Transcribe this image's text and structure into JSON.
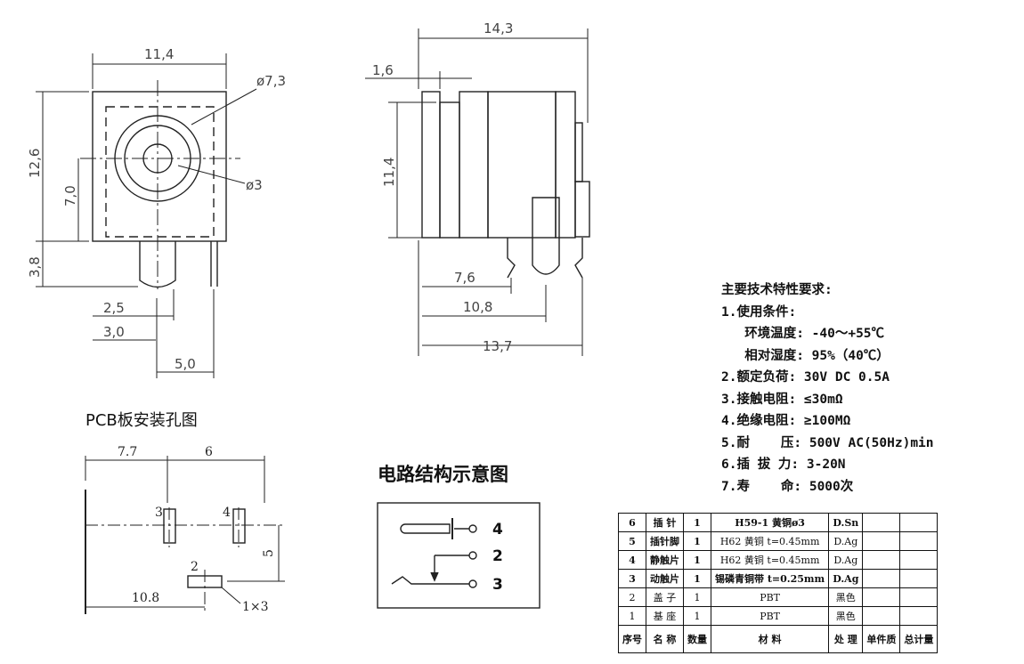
{
  "dims": {
    "front_width": "11,4",
    "front_height": "12,6",
    "front_center": "7,0",
    "front_pin_len": "3,8",
    "outer_dia": "ø7,3",
    "inner_dia": "ø3",
    "pin_2_5": "2,5",
    "pin_3_0": "3,0",
    "pin_5_0": "5,0",
    "side_length": "14,3",
    "side_flange": "1,6",
    "side_height": "11,4",
    "side_7_6": "7,6",
    "side_10_8": "10,8",
    "side_13_7": "13,7"
  },
  "pcb": {
    "title": "PCB板安装孔图",
    "d1": "7.7",
    "d2": "6",
    "d3": "5",
    "d4": "10.8",
    "d5": "1×3",
    "p3": "3",
    "p4": "4",
    "p2": "2"
  },
  "circuit": {
    "title": "电路结构示意图",
    "pins": [
      "4",
      "2",
      "3"
    ]
  },
  "spec": {
    "title": "主要技术特性要求:",
    "lines": [
      "1.使用条件:",
      "   环境温度: -40～+55℃",
      "   相对湿度: 95%（40℃）",
      "2.额定负荷: 30V DC 0.5A",
      "3.接触电阻: ≤30mΩ",
      "4.绝缘电阻: ≥100MΩ",
      "5.耐    压: 500V AC(50Hz)min",
      "6.插 拔 力: 3-20N",
      "7.寿    命: 5000次"
    ]
  },
  "bom": {
    "rows": [
      [
        "6",
        "插  针",
        "1",
        "H59-1 黄铜ø3",
        "D.Sn",
        "",
        ""
      ],
      [
        "5",
        "插针脚",
        "1",
        "H62 黄铜 t=0.45mm",
        "D.Ag",
        "",
        ""
      ],
      [
        "4",
        "静触片",
        "1",
        "H62 黄铜 t=0.45mm",
        "D.Ag",
        "",
        ""
      ],
      [
        "3",
        "动触片",
        "1",
        "锡磷青铜带 t=0.25mm",
        "D.Ag",
        "",
        ""
      ],
      [
        "2",
        "盖  子",
        "1",
        "PBT",
        "黑色",
        "",
        ""
      ],
      [
        "1",
        "基  座",
        "1",
        "PBT",
        "黑色",
        "",
        ""
      ]
    ],
    "header": [
      "序号",
      "名  称",
      "数量",
      "材  料",
      "处  理",
      "单件质",
      "总计量"
    ]
  }
}
